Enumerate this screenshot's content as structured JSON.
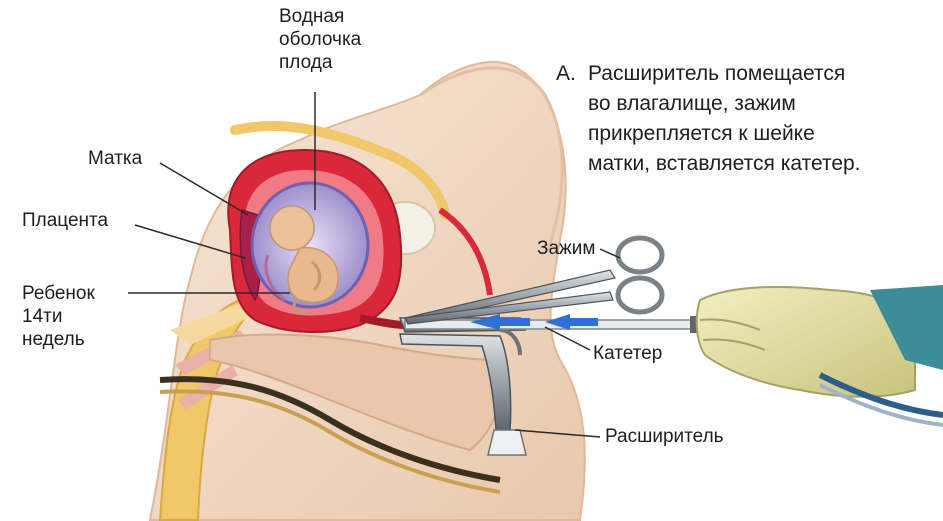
{
  "labels": {
    "membrane": [
      "Водная",
      "оболочка",
      "плода"
    ],
    "uterus": "Матка",
    "placenta": "Плацента",
    "fetus": [
      "Ребенок",
      "14ти",
      "недель"
    ],
    "clamp": "Зажим",
    "catheter": "Катетер",
    "speculum": "Расширитель"
  },
  "caption": {
    "marker": "A.",
    "lines": [
      "Расширитель помещается",
      "во влагалище, зажим",
      "прикрепляется к шейке",
      "матки, вставляется катетер."
    ]
  },
  "colors": {
    "skin": "#f3e0cf",
    "skin_shadow": "#e4b89c",
    "uterus_wall": "#d9283a",
    "amniotic_sac": "#8e7fc4",
    "fetus": "#e9b98d",
    "spine_bone": "#f2c35a",
    "glove": "#e6e2a4",
    "instrument": "#9ea7ad",
    "arrow": "#2f6fd8"
  },
  "icons": [
    "uterus-illustration",
    "fetus-illustration",
    "clamp-instrument",
    "speculum-instrument",
    "catheter-tube",
    "gloved-hand"
  ]
}
